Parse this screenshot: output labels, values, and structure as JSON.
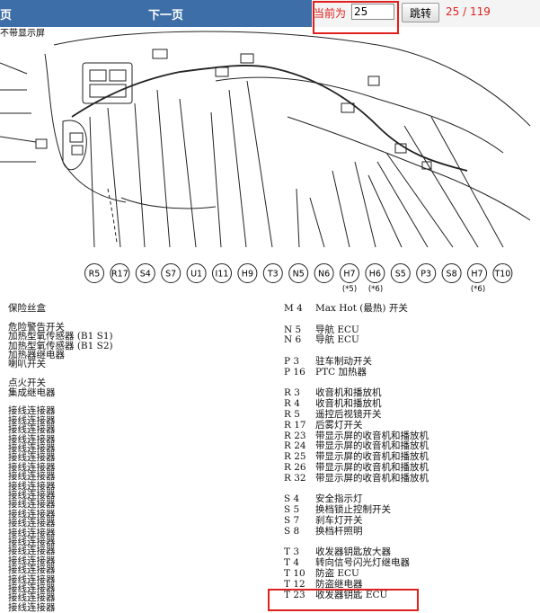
{
  "toolbar": {
    "prev_label": "页",
    "next_label": "下一页",
    "current_label": "当前为",
    "current_value": "25",
    "jump_label": "跳转",
    "page_count": "25 / 119"
  },
  "diagram": {
    "corner_label": "不带显示屏",
    "connectors": [
      "R5",
      "R17",
      "S4",
      "S7",
      "U1",
      "I11",
      "H9",
      "T3",
      "N5",
      "N6",
      "H7",
      "H6",
      "S5",
      "P3",
      "S8",
      "H7",
      "T10"
    ],
    "notes": [
      "(*5)",
      "(*6)",
      "(*6)"
    ]
  },
  "left_legend": [
    {
      "text": "保险丝盒"
    },
    {
      "text": ""
    },
    {
      "text": "危险警告开关"
    },
    {
      "text": "加热型氧传感器 (B1 S1)"
    },
    {
      "text": "加热型氧传感器 (B1 S2)"
    },
    {
      "text": "加热器继电器"
    },
    {
      "text": "喇叭开关"
    },
    {
      "text": ""
    },
    {
      "text": "点火开关"
    },
    {
      "text": "集成继电器"
    },
    {
      "text": ""
    },
    {
      "text": "接线连接器"
    },
    {
      "text": "接线连接器"
    },
    {
      "text": "接线连接器"
    },
    {
      "text": "接线连接器"
    },
    {
      "text": "接线连接器"
    },
    {
      "text": "接线连接器"
    },
    {
      "text": "接线连接器"
    },
    {
      "text": "接线连接器"
    },
    {
      "text": "接线连接器"
    },
    {
      "text": "接线连接器"
    },
    {
      "text": "接线连接器"
    },
    {
      "text": "接线连接器"
    },
    {
      "text": "接线连接器"
    },
    {
      "text": "接线连接器"
    },
    {
      "text": "接线连接器"
    },
    {
      "text": "接线连接器"
    },
    {
      "text": "接线连接器"
    },
    {
      "text": "接线连接器"
    },
    {
      "text": "接线连接器"
    },
    {
      "text": "接线连接器"
    },
    {
      "text": "接线连接器"
    },
    {
      "text": "接线连接器"
    }
  ],
  "right_legend": [
    {
      "code": "M  4",
      "desc": "Max Hot (最热) 开关"
    },
    {
      "code": "",
      "desc": ""
    },
    {
      "code": "N  5",
      "desc": "导航 ECU"
    },
    {
      "code": "N  6",
      "desc": "导航 ECU"
    },
    {
      "code": "",
      "desc": ""
    },
    {
      "code": "P  3",
      "desc": "驻车制动开关"
    },
    {
      "code": "P  16",
      "desc": "PTC 加热器"
    },
    {
      "code": "",
      "desc": ""
    },
    {
      "code": "R  3",
      "desc": "收音机和播放机"
    },
    {
      "code": "R  4",
      "desc": "收音机和播放机"
    },
    {
      "code": "R  5",
      "desc": "遥控后视镜开关"
    },
    {
      "code": "R  17",
      "desc": "后雾灯开关"
    },
    {
      "code": "R  23",
      "desc": "带显示屏的收音机和播放机"
    },
    {
      "code": "R  24",
      "desc": "带显示屏的收音机和播放机"
    },
    {
      "code": "R  25",
      "desc": "带显示屏的收音机和播放机"
    },
    {
      "code": "R  26",
      "desc": "带显示屏的收音机和播放机"
    },
    {
      "code": "R  32",
      "desc": "带显示屏的收音机和播放机"
    },
    {
      "code": "",
      "desc": ""
    },
    {
      "code": "S  4",
      "desc": "安全指示灯"
    },
    {
      "code": "S  5",
      "desc": "换档锁止控制开关"
    },
    {
      "code": "S  7",
      "desc": "刹车灯开关"
    },
    {
      "code": "S  8",
      "desc": "换档杆照明"
    },
    {
      "code": "",
      "desc": ""
    },
    {
      "code": "T  3",
      "desc": "收发器钥匙放大器"
    },
    {
      "code": "T  4",
      "desc": "转向信号闪光灯继电器"
    },
    {
      "code": "T  10",
      "desc": "防盗 ECU"
    },
    {
      "code": "T  12",
      "desc": "防盗继电器"
    },
    {
      "code": "T  23",
      "desc": "收发器钥匙 ECU"
    }
  ]
}
